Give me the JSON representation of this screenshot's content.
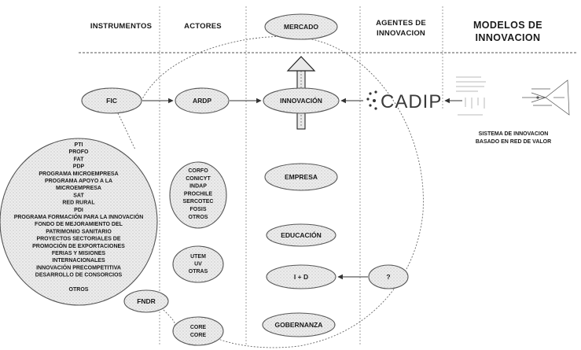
{
  "headers": {
    "instrumentos": "INSTRUMENTOS",
    "actores": "ACTORES",
    "agentes_line1": "AGENTES DE",
    "agentes_line2": "INNOVACION",
    "modelos_line1": "MODELOS  DE",
    "modelos_line2": "INNOVACION"
  },
  "nodes": {
    "mercado": "MERCADO",
    "fic": "FIC",
    "ardp": "ARDP",
    "innovacion": "INNOVACIÓN",
    "empresa": "EMPRESA",
    "educacion": "EDUCACIÓN",
    "imasd": "I + D",
    "question": "?",
    "gobernanza": "GOBERNANZA",
    "fndr": "FNDR",
    "core": [
      "CORE",
      "CORE"
    ],
    "corfo_group": [
      "CORFO",
      "CONICYT",
      "INDAP",
      "PROCHILE",
      "SERCOTEC",
      "FOSIS",
      "OTROS"
    ],
    "utem_group": [
      "UTEM",
      "UV",
      "OTRAS"
    ],
    "programs": [
      "PTI",
      "PROFO",
      "FAT",
      "PDP",
      "PROGRAMA MICROEMPRESA",
      "PROGRAMA APOYO A LA",
      "MICROEMPRESA",
      "SAT",
      "RED RURAL",
      "PDI",
      "PROGRAMA FORMACIÓN PARA LA INNOVACIÓN",
      "FONDO DE MEJORAMIENTO DEL",
      "PATRIMONIO SANITARIO",
      "PROYECTOS SECTORIALES DE",
      "PROMOCIÓN DE EXPORTACIONES",
      "FERIAS Y MISIONES",
      "INTERNACIONALES",
      "INNOVACIÓN PRECOMPETITIVA",
      "DESARROLLO DE CONSORCIOS",
      "",
      "OTROS"
    ]
  },
  "cadip": {
    "logo_text": "CADIP"
  },
  "model": {
    "caption_line1": "SISTEMA DE INNOVACION",
    "caption_line2": "BASADO EN RED DE VALOR"
  }
}
